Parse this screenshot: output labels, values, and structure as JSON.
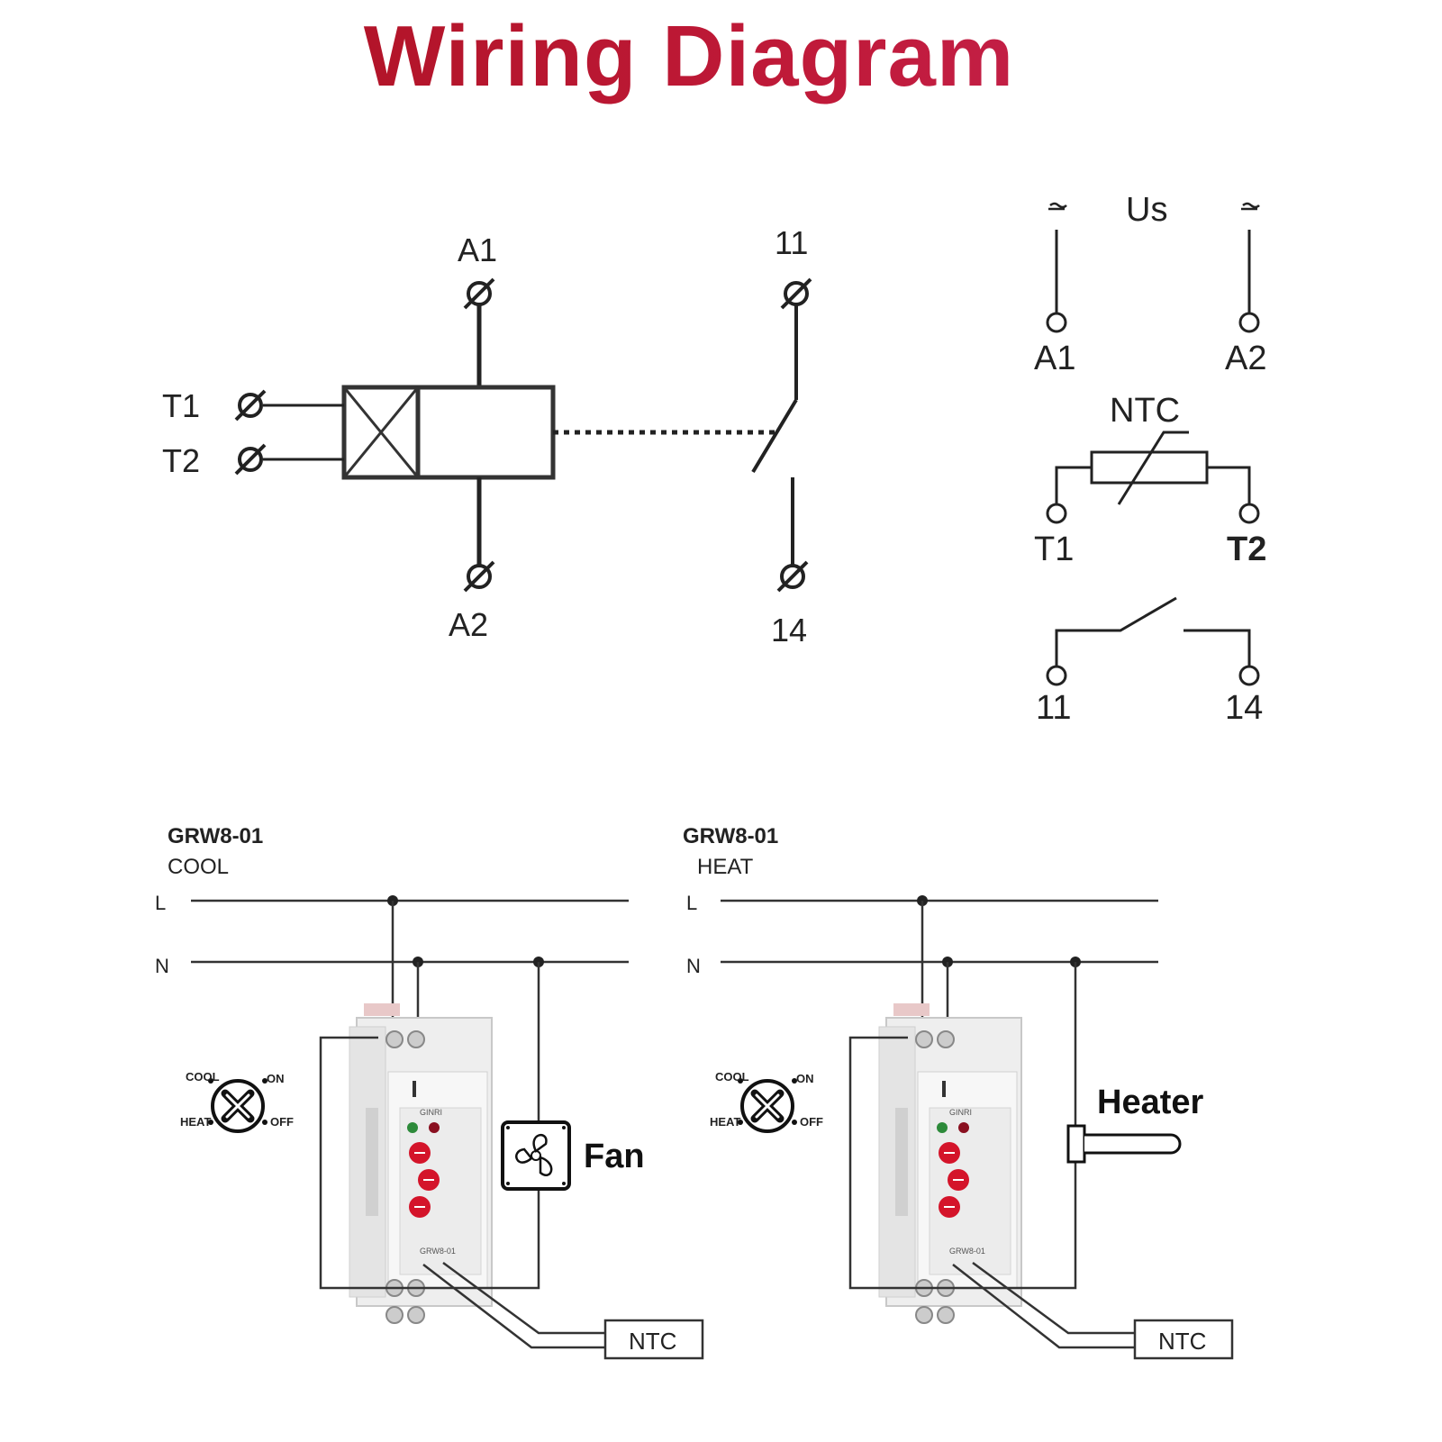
{
  "title": "Wiring Diagram",
  "schematic": {
    "a1": "A1",
    "a2": "A2",
    "t1": "T1",
    "t2": "T2",
    "c11": "11",
    "c14": "14"
  },
  "symbols": {
    "us": "Us",
    "a1": "A1",
    "a2": "A2",
    "ntc": "NTC",
    "t1": "T1",
    "t2": "T2",
    "c11": "11",
    "c14": "14"
  },
  "cool_panel": {
    "model": "GRW8-01",
    "mode": "COOL",
    "line_l": "L",
    "line_n": "N",
    "load": "Fan",
    "sensor": "NTC",
    "dial_top_left": "COOL",
    "dial_top_right": "ON",
    "dial_bottom_left": "HEAT",
    "dial_bottom_right": "OFF"
  },
  "heat_panel": {
    "model": "GRW8-01",
    "mode": "HEAT",
    "line_l": "L",
    "line_n": "N",
    "load": "Heater",
    "sensor": "NTC",
    "dial_top_left": "COOL",
    "dial_top_right": "ON",
    "dial_bottom_left": "HEAT",
    "dial_bottom_right": "OFF"
  },
  "device": {
    "brand": "GINRI",
    "label": "GRW8-01"
  }
}
